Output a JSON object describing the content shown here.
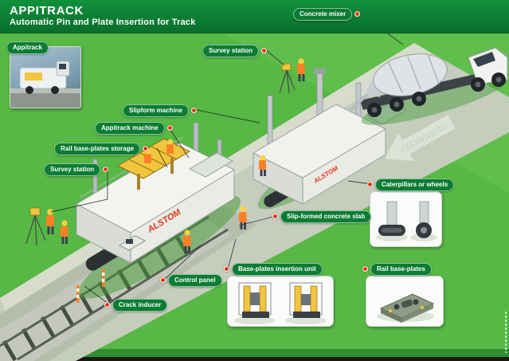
{
  "header": {
    "title": "APPITRACK",
    "subtitle": "Automatic Pin and Plate Insertion for Track"
  },
  "photo_inset": {
    "label": "Appitrack"
  },
  "callouts": {
    "concrete_mixer": "Concrete mixer",
    "survey_station_top": "Survey station",
    "slipform_machine": "Slipform machine",
    "appitrack_machine": "Appitrack machine",
    "rail_base_plates_storage": "Rail base-plates storage",
    "survey_station_left": "Survey station",
    "slip_formed_concrete_slab": "Slip-formed concrete slab",
    "control_panel": "Control panel",
    "crack_inducer": "Crack inducer"
  },
  "insets": {
    "caterpillars": "Caterpillars or wheels",
    "insertion_unit": "Base-plates insertion unit",
    "rail_base_plates": "Rail base-plates"
  },
  "arrow": {
    "label": "Work in progress"
  },
  "branding": {
    "machine_logo": "ALSTOM"
  },
  "colors": {
    "header_green": "#0f8a39",
    "grass_green": "#57b845",
    "label_green": "#0b7c33",
    "dot_red": "#e8380d",
    "rack_yellow": "#f2c53e",
    "alstom_red": "#e4321b"
  }
}
